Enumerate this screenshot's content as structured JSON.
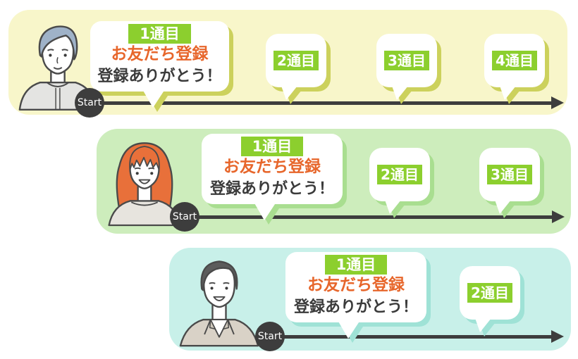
{
  "rows": [
    {
      "persona": "young-man-gray-hair",
      "background_color": "#f8f6ca",
      "accent_shadow_color": "#ccd15c",
      "main_bubble": {
        "badge": "1通目",
        "line1": "お友だち登録",
        "line2": "登録ありがとう！"
      },
      "start_label": "Start",
      "mini_bubbles": [
        {
          "label": "2通目"
        },
        {
          "label": "3通目"
        },
        {
          "label": "4通目"
        }
      ]
    },
    {
      "persona": "woman-orange-hair",
      "background_color": "#cdedbc",
      "accent_shadow_color": "#a9de90",
      "main_bubble": {
        "badge": "1通目",
        "line1": "お友だち登録",
        "line2": "登録ありがとう！"
      },
      "start_label": "Start",
      "mini_bubbles": [
        {
          "label": "2通目"
        },
        {
          "label": "3通目"
        }
      ]
    },
    {
      "persona": "man-beige-suit",
      "background_color": "#c8f0e9",
      "accent_shadow_color": "#9fe2d6",
      "main_bubble": {
        "badge": "1通目",
        "line1": "お友だち登録",
        "line2": "登録ありがとう！"
      },
      "start_label": "Start",
      "mini_bubbles": [
        {
          "label": "2通目"
        }
      ]
    }
  ],
  "colors": {
    "badge_green": "#8ccf2e",
    "badge_text": "#ffffff",
    "orange_text": "#e7662b",
    "dark_text": "#3b3b3b",
    "timeline": "#3d3d3d",
    "outline": "#4a4a4a"
  }
}
